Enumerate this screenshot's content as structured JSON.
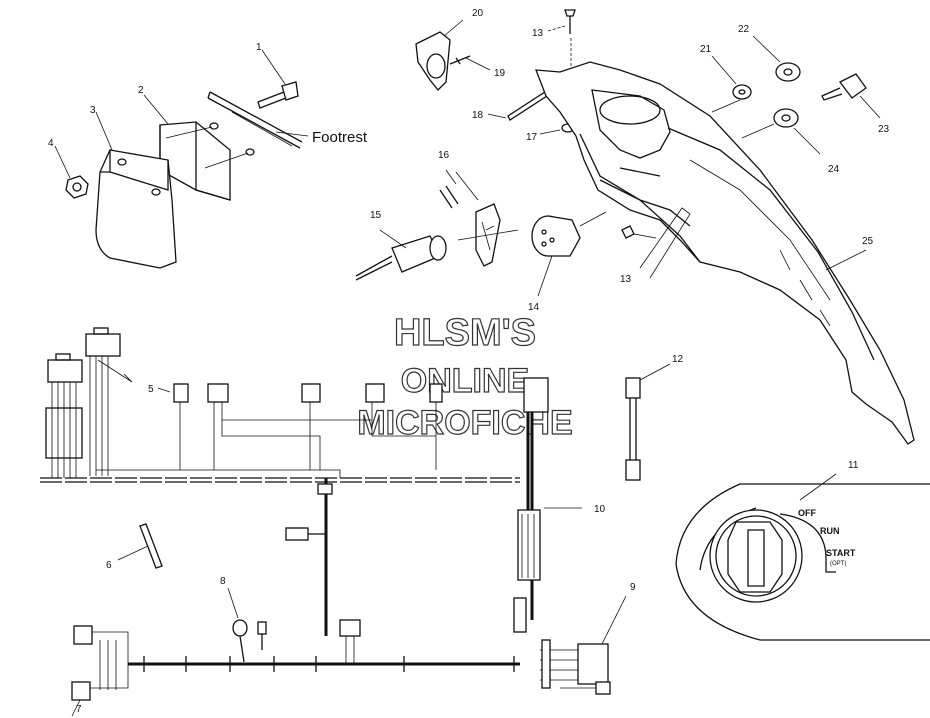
{
  "callouts": [
    {
      "id": "1",
      "label": "1"
    },
    {
      "id": "2",
      "label": "2"
    },
    {
      "id": "3",
      "label": "3"
    },
    {
      "id": "4",
      "label": "4"
    },
    {
      "id": "5",
      "label": "5"
    },
    {
      "id": "6",
      "label": "6"
    },
    {
      "id": "7",
      "label": "7"
    },
    {
      "id": "8",
      "label": "8"
    },
    {
      "id": "9",
      "label": "9"
    },
    {
      "id": "10",
      "label": "10"
    },
    {
      "id": "11",
      "label": "11"
    },
    {
      "id": "12",
      "label": "12"
    },
    {
      "id": "13a",
      "label": "13"
    },
    {
      "id": "13b",
      "label": "13"
    },
    {
      "id": "14",
      "label": "14"
    },
    {
      "id": "15",
      "label": "15"
    },
    {
      "id": "16",
      "label": "16"
    },
    {
      "id": "17",
      "label": "17"
    },
    {
      "id": "18",
      "label": "18"
    },
    {
      "id": "19",
      "label": "19"
    },
    {
      "id": "20",
      "label": "20"
    },
    {
      "id": "21",
      "label": "21"
    },
    {
      "id": "22",
      "label": "22"
    },
    {
      "id": "23",
      "label": "23"
    },
    {
      "id": "24",
      "label": "24"
    },
    {
      "id": "25",
      "label": "25"
    }
  ],
  "labels": {
    "footrest": "Footrest"
  },
  "switch_positions": {
    "off": "OFF",
    "run": "RUN",
    "start": "START",
    "start_note": "(OPT)"
  },
  "watermark": {
    "line1": "HLSM'S",
    "line2": "ONLINE",
    "line3": "MICROFICHE"
  }
}
